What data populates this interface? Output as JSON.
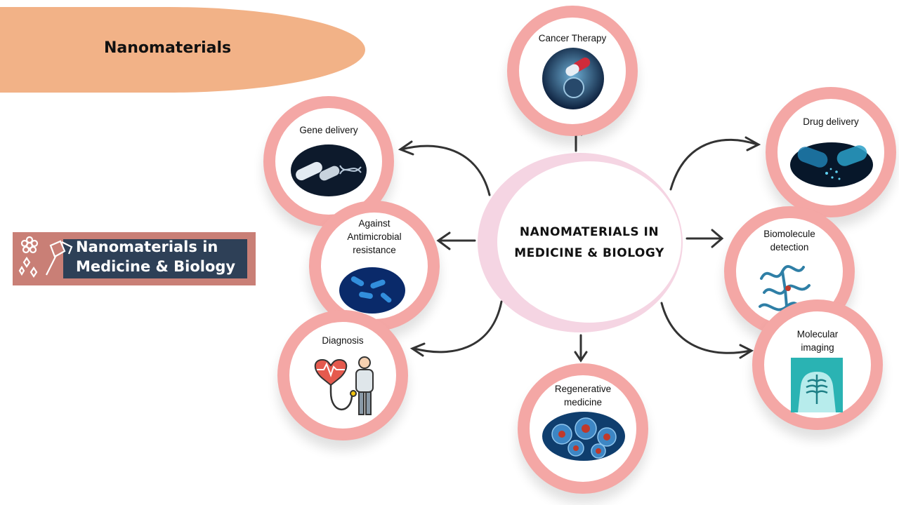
{
  "title": "Nanomaterials",
  "badge": {
    "line1": "Nanomaterials in",
    "line2": "Medicine & Biology"
  },
  "center": {
    "line1": "NANOMATERIALS IN",
    "line2": "MEDICINE & BIOLOGY"
  },
  "nodes": {
    "cancer": "Cancer Therapy",
    "gene": "Gene delivery",
    "drug": "Drug delivery",
    "antimicrobial": [
      "Against",
      "Antimicrobial",
      "resistance"
    ],
    "biomolecule": [
      "Biomolecule",
      "detection"
    ],
    "diagnosis": "Diagnosis",
    "imaging": [
      "Molecular",
      "imaging"
    ],
    "regenerative": [
      "Regenerative",
      "medicine"
    ]
  },
  "colors": {
    "title_blob": "#f2b287",
    "node_ring": "#f4a7a5",
    "center_ring": "#f5d5e3",
    "badge_outer": "#c97f76",
    "badge_inner": "#2e4057"
  }
}
